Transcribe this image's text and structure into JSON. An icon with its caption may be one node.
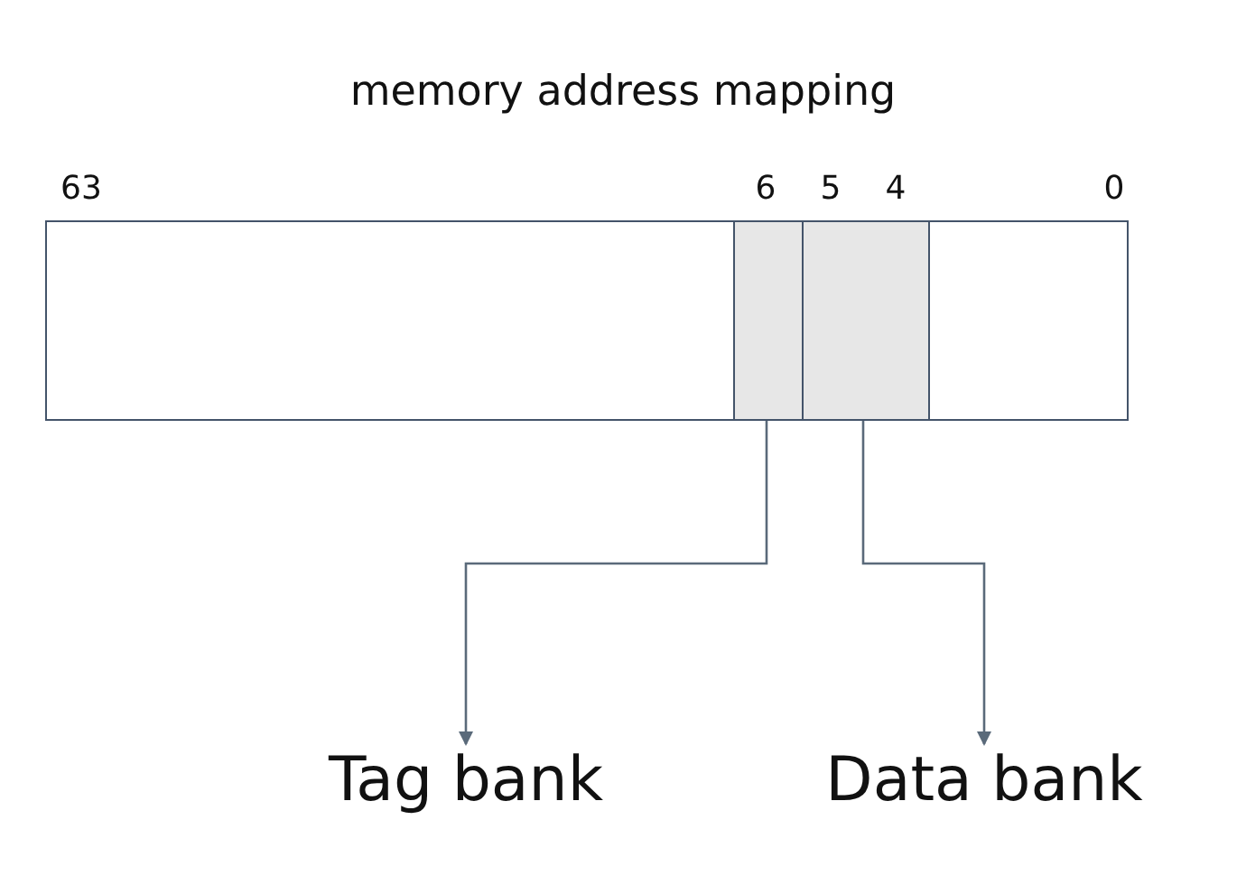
{
  "diagram": {
    "title": "memory address mapping",
    "nodes": [
      {
        "text": [],
        "shape": "box"
      },
      {
        "text": [],
        "shape": "box",
        "in": 0
      },
      {
        "text": [],
        "shape": "box",
        "in": 0
      },
      {
        "text": [
          "Tag bank"
        ]
      },
      {
        "text": [
          "Data bank"
        ]
      }
    ],
    "edges": [
      {
        "from": 1,
        "to": 3,
        "arrow": "to"
      },
      {
        "from": 2,
        "to": 4,
        "arrow": "to"
      }
    ],
    "labels": [
      "63",
      "6",
      "5",
      "4",
      "0"
    ]
  }
}
